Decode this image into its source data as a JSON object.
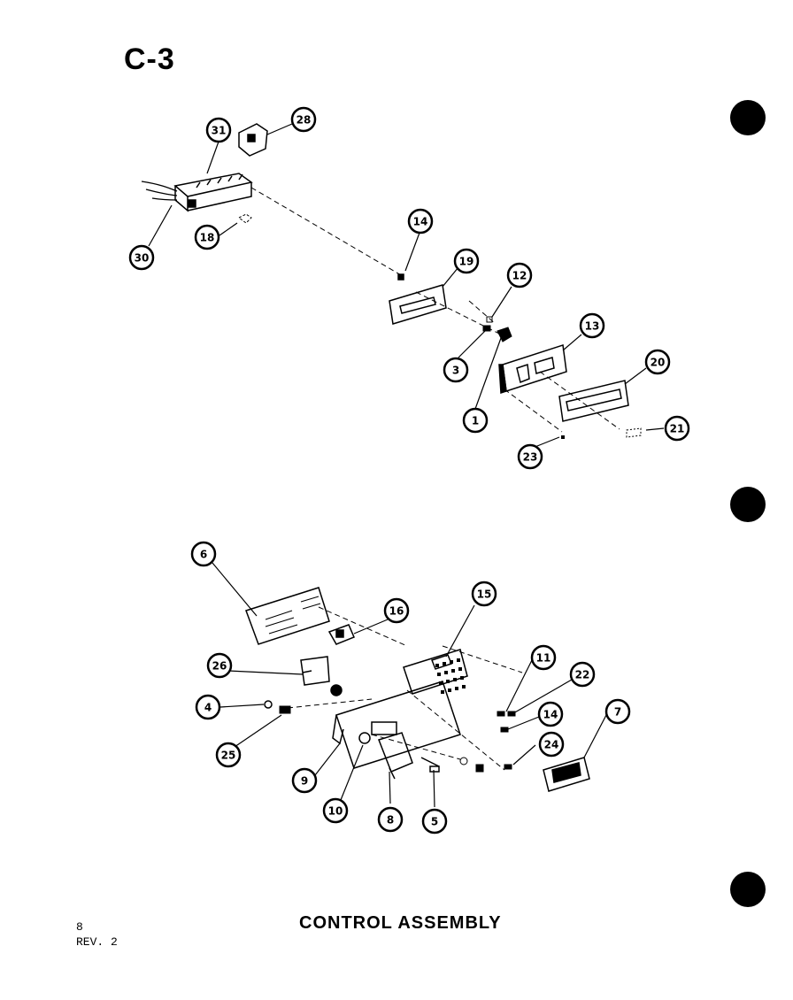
{
  "header": {
    "page_code": "C-3"
  },
  "footer": {
    "caption": "CONTROL ASSEMBLY",
    "page_number": "8",
    "revision": "REV. 2"
  },
  "callouts": [
    {
      "id": "c31",
      "label": "31"
    },
    {
      "id": "c28",
      "label": "28"
    },
    {
      "id": "c30",
      "label": "30"
    },
    {
      "id": "c18",
      "label": "18"
    },
    {
      "id": "c14a",
      "label": "14"
    },
    {
      "id": "c19",
      "label": "19"
    },
    {
      "id": "c12",
      "label": "12"
    },
    {
      "id": "c3",
      "label": "3"
    },
    {
      "id": "c13",
      "label": "13"
    },
    {
      "id": "c1",
      "label": "1"
    },
    {
      "id": "c20",
      "label": "20"
    },
    {
      "id": "c21",
      "label": "21"
    },
    {
      "id": "c23",
      "label": "23"
    },
    {
      "id": "c6",
      "label": "6"
    },
    {
      "id": "c16",
      "label": "16"
    },
    {
      "id": "c15",
      "label": "15"
    },
    {
      "id": "c26",
      "label": "26"
    },
    {
      "id": "c11",
      "label": "11"
    },
    {
      "id": "c22",
      "label": "22"
    },
    {
      "id": "c4",
      "label": "4"
    },
    {
      "id": "c14b",
      "label": "14"
    },
    {
      "id": "c7",
      "label": "7"
    },
    {
      "id": "c25",
      "label": "25"
    },
    {
      "id": "c24",
      "label": "24"
    },
    {
      "id": "c9",
      "label": "9"
    },
    {
      "id": "c10",
      "label": "10"
    },
    {
      "id": "c8",
      "label": "8"
    },
    {
      "id": "c5",
      "label": "5"
    }
  ]
}
